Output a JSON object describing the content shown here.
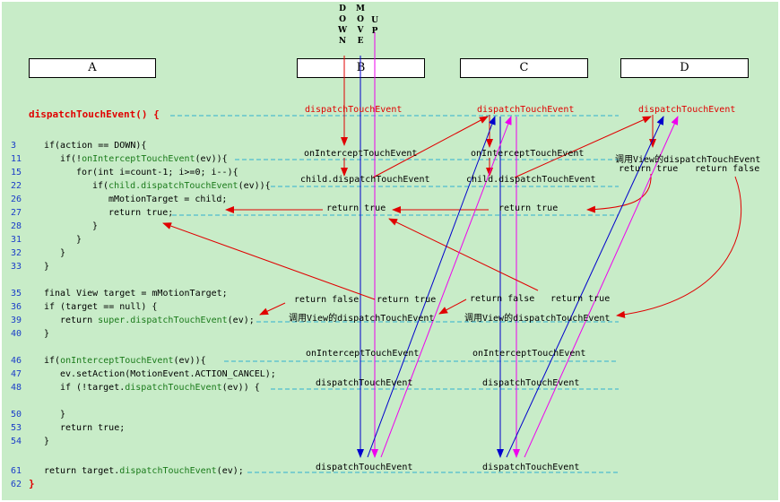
{
  "columns": [
    "A",
    "B",
    "C",
    "D"
  ],
  "events": [
    "DOWN",
    "MOVE",
    "UP"
  ],
  "title": "dispatchTouchEvent() {",
  "close_brace": "}",
  "code_lines": [
    {
      "num": "3",
      "pre": "if(action == DOWN){",
      "kw": "",
      "post": ""
    },
    {
      "num": "11",
      "pre": "if(!",
      "kw": "onInterceptTouchEvent",
      "post": "(ev)){"
    },
    {
      "num": "15",
      "pre": "for(int i=count-1; i>=0; i--){",
      "kw": "",
      "post": ""
    },
    {
      "num": "22",
      "pre": "if(",
      "kw": "child.dispatchTouchEvent",
      "post": "(ev)){"
    },
    {
      "num": "26",
      "pre": "mMotionTarget = child;",
      "kw": "",
      "post": ""
    },
    {
      "num": "27",
      "pre": "return true;",
      "kw": "",
      "post": ""
    },
    {
      "num": "28",
      "pre": "}",
      "kw": "",
      "post": ""
    },
    {
      "num": "31",
      "pre": "}",
      "kw": "",
      "post": ""
    },
    {
      "num": "32",
      "pre": "}",
      "kw": "",
      "post": ""
    },
    {
      "num": "33",
      "pre": "}",
      "kw": "",
      "post": ""
    },
    {
      "num": "35",
      "pre": "final View target = mMotionTarget;",
      "kw": "",
      "post": ""
    },
    {
      "num": "36",
      "pre": "if (target == null) {",
      "kw": "",
      "post": ""
    },
    {
      "num": "39",
      "pre": "return ",
      "kw": "super.dispatchTouchEvent",
      "post": "(ev);"
    },
    {
      "num": "40",
      "pre": "}",
      "kw": "",
      "post": ""
    },
    {
      "num": "46",
      "pre": "if(",
      "kw": "onInterceptTouchEvent",
      "post": "(ev)){"
    },
    {
      "num": "47",
      "pre": "ev.setAction(MotionEvent.ACTION_CANCEL);",
      "kw": "",
      "post": ""
    },
    {
      "num": "48",
      "pre": "if (!target.",
      "kw": "dispatchTouchEvent",
      "post": "(ev)) {"
    },
    {
      "num": "50",
      "pre": "}",
      "kw": "",
      "post": ""
    },
    {
      "num": "53",
      "pre": "return true;",
      "kw": "",
      "post": ""
    },
    {
      "num": "54",
      "pre": "}",
      "kw": "",
      "post": ""
    },
    {
      "num": "61",
      "pre": "return target.",
      "kw": "dispatchTouchEvent",
      "post": "(ev);"
    },
    {
      "num": "62",
      "pre": "}",
      "kw": "",
      "post": ""
    }
  ],
  "labels": {
    "dte": "dispatchTouchEvent",
    "intercept": "onInterceptTouchEvent",
    "child_dte": "child.dispatchTouchEvent",
    "return_true": "return true",
    "return_false": "return false",
    "call_view": "调用View的dispatchTouchEvent"
  }
}
